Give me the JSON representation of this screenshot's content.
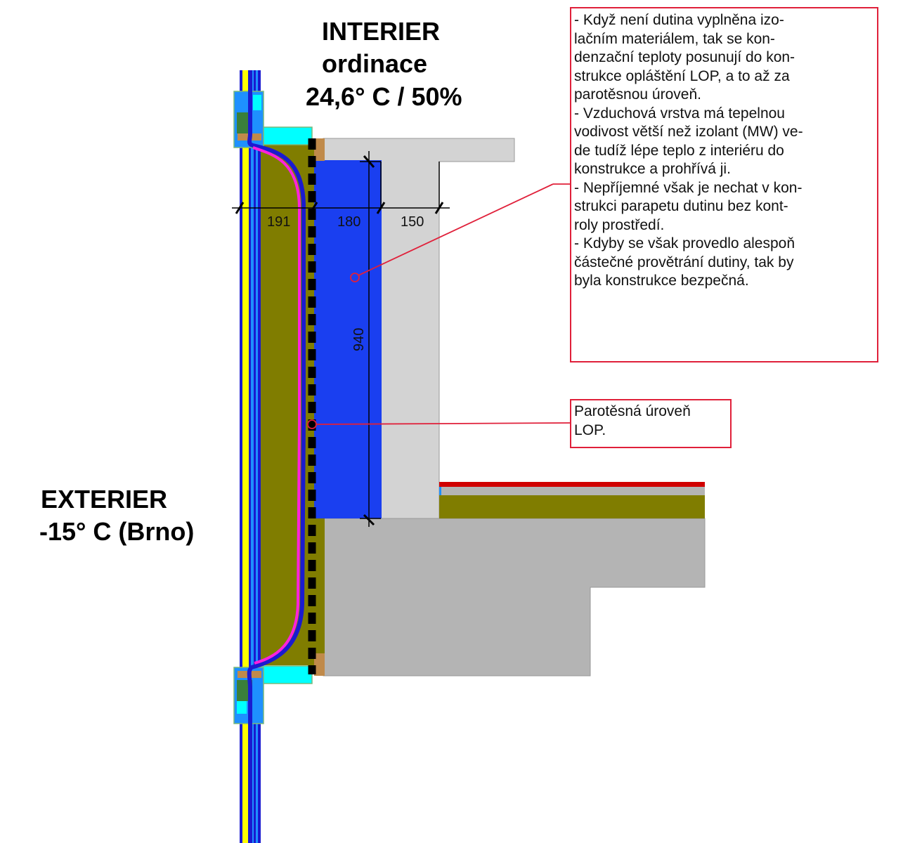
{
  "interior_label": {
    "title": "INTERIER",
    "room": "ordinace",
    "conditions": "24,6° C / 50%"
  },
  "exterior_label": {
    "title": "EXTERIER",
    "conditions": "-15° C (Brno)"
  },
  "dimensions": {
    "d1": "191",
    "d2": "180",
    "d3": "150",
    "d_vertical": "940"
  },
  "main_note": {
    "lines": [
      "- Když není dutina vyplněna izo-",
      "lačním materiálem, tak se kon-",
      "denzační teploty posunují do kon-",
      "strukce opláštění LOP, a to až za",
      "parotěsnou úroveň.",
      "- Vzduchová vrstva má tepelnou",
      "vodivost větší než izolant (MW) ve-",
      "de tudíž lépe teplo z interiéru do",
      "konstrukce a prohřívá ji.",
      "- Nepříjemné však je nechat v kon-",
      "strukci parapetu dutinu bez kont-",
      "roly prostředí.",
      "- Kdyby se však provedlo alespoň",
      "částečné provětrání dutiny, tak by",
      "byla konstrukce bezpečná."
    ]
  },
  "vapor_note": {
    "lines": [
      "Parotěsná úroveň",
      "LOP."
    ]
  },
  "colors": {
    "air_cavity": "#1a3ff0",
    "concrete_light": "#d3d3d3",
    "concrete_dark": "#b4b4b4",
    "insulation": "#807d00",
    "glass": "#ffff00",
    "frame_blue": "#1e90ff",
    "cyan_sill": "#00ffff",
    "wood": "#c08a4a",
    "isotherm_blue": "#1a1ad0",
    "isotherm_magenta": "#ff22dd",
    "callout_red": "#e0203a",
    "floor_red": "#d00000"
  }
}
